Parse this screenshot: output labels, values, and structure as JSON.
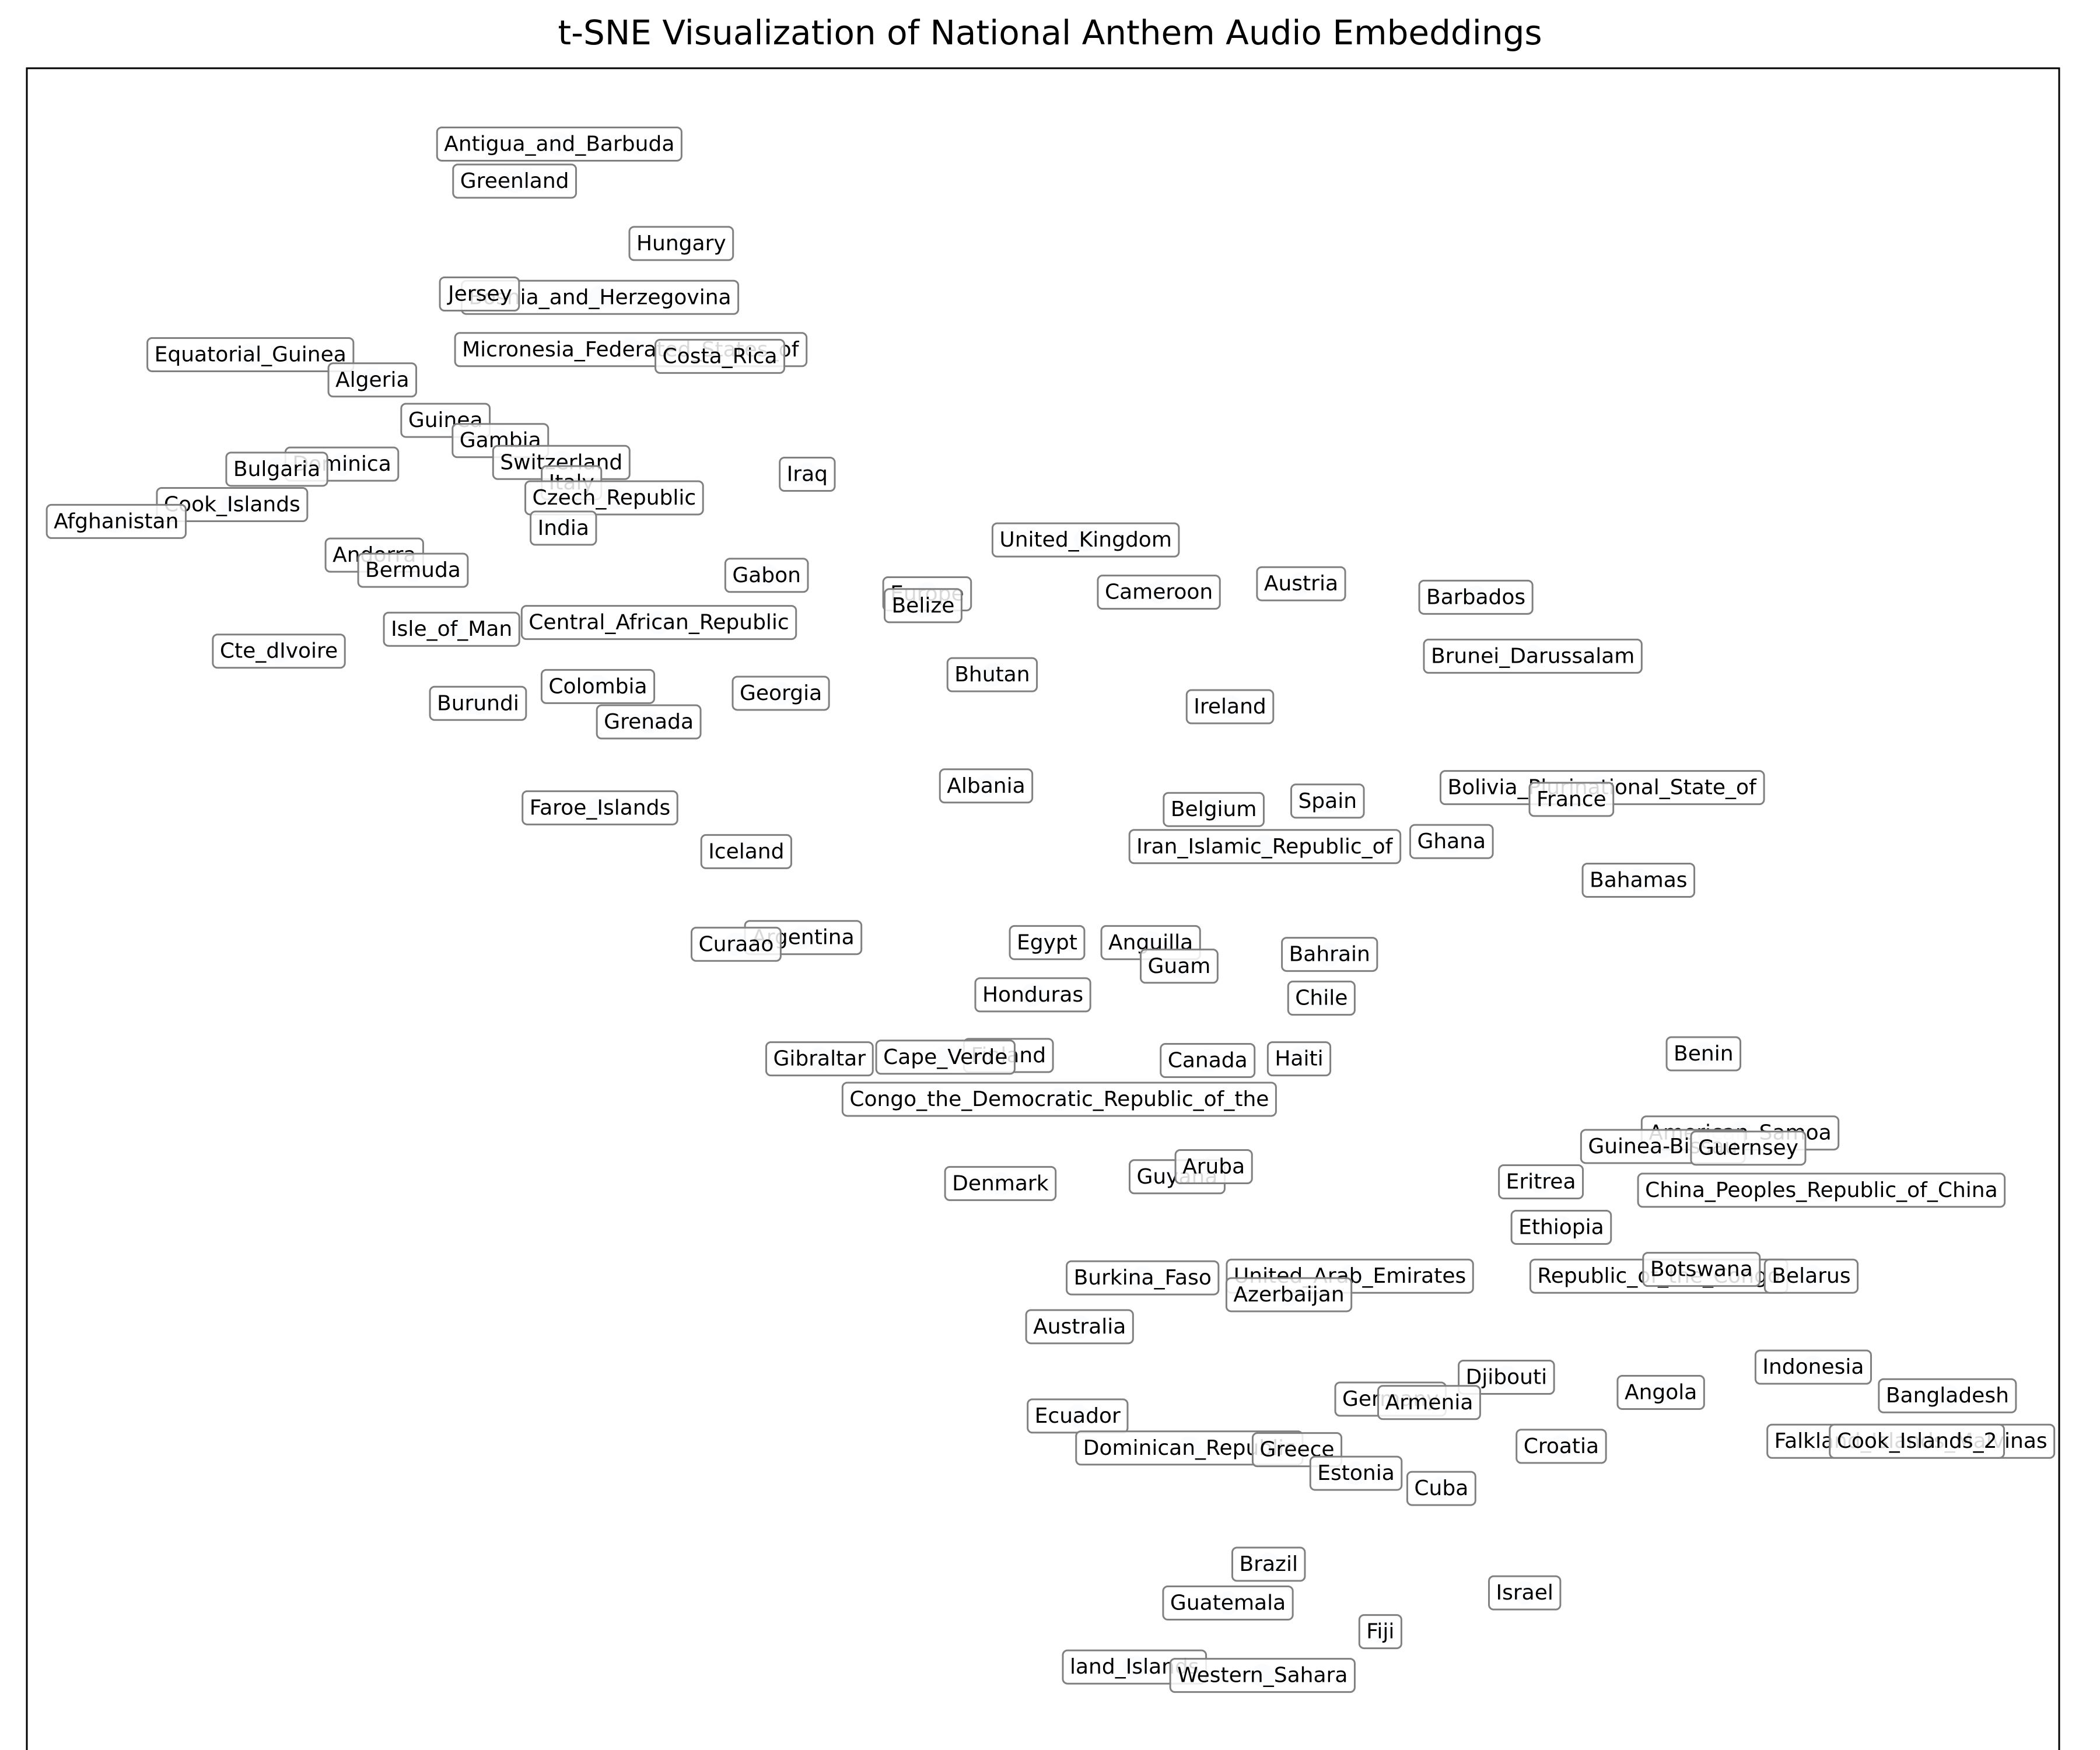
{
  "chart_data": {
    "type": "scatter",
    "title": "t-SNE Visualization of National Anthem Audio Embeddings",
    "xlabel": "",
    "ylabel": "",
    "xlim": [
      0,
      1000
    ],
    "ylim": [
      0,
      1000
    ],
    "grid": false,
    "axes_ticks": false,
    "marker_color": "#dbe8f6",
    "label_box_edge": "#808080",
    "points": [
      {
        "label": "Antigua_and_Barbuda",
        "x": 262,
        "y": 955
      },
      {
        "label": "Greenland",
        "x": 240,
        "y": 933
      },
      {
        "label": "Hungary",
        "x": 322,
        "y": 896
      },
      {
        "label": "Bosnia_and_Herzegovina",
        "x": 282,
        "y": 864
      },
      {
        "label": "Jersey",
        "x": 223,
        "y": 866
      },
      {
        "label": "Micronesia_Federated_States_of",
        "x": 297,
        "y": 833
      },
      {
        "label": "Costa_Rica",
        "x": 341,
        "y": 829
      },
      {
        "label": "Equatorial_Guinea",
        "x": 110,
        "y": 830
      },
      {
        "label": "Algeria",
        "x": 170,
        "y": 815
      },
      {
        "label": "Guinea",
        "x": 206,
        "y": 791
      },
      {
        "label": "Gambia",
        "x": 233,
        "y": 779
      },
      {
        "label": "Dominica",
        "x": 155,
        "y": 765
      },
      {
        "label": "Bulgaria",
        "x": 123,
        "y": 762
      },
      {
        "label": "Switzerland",
        "x": 263,
        "y": 766
      },
      {
        "label": "Italy",
        "x": 268,
        "y": 754
      },
      {
        "label": "Czech_Republic",
        "x": 289,
        "y": 745
      },
      {
        "label": "Iraq",
        "x": 384,
        "y": 759
      },
      {
        "label": "Cook_Islands",
        "x": 101,
        "y": 741
      },
      {
        "label": "Afghanistan",
        "x": 44,
        "y": 731
      },
      {
        "label": "India",
        "x": 264,
        "y": 727
      },
      {
        "label": "Andorra",
        "x": 171,
        "y": 711
      },
      {
        "label": "Bermuda",
        "x": 190,
        "y": 702
      },
      {
        "label": "Gabon",
        "x": 364,
        "y": 699
      },
      {
        "label": "United_Kingdom",
        "x": 521,
        "y": 720
      },
      {
        "label": "Austria",
        "x": 627,
        "y": 694
      },
      {
        "label": "Europe",
        "x": 443,
        "y": 688
      },
      {
        "label": "Belize",
        "x": 441,
        "y": 681
      },
      {
        "label": "Cameroon",
        "x": 557,
        "y": 689
      },
      {
        "label": "Barbados",
        "x": 713,
        "y": 686
      },
      {
        "label": "Isle_of_Man",
        "x": 209,
        "y": 667
      },
      {
        "label": "Central_African_Republic",
        "x": 311,
        "y": 671
      },
      {
        "label": "Cte_dIvoire",
        "x": 124,
        "y": 654
      },
      {
        "label": "Brunei_Darussalam",
        "x": 741,
        "y": 651
      },
      {
        "label": "Bhutan",
        "x": 475,
        "y": 640
      },
      {
        "label": "Colombia",
        "x": 281,
        "y": 633
      },
      {
        "label": "Georgia",
        "x": 371,
        "y": 629
      },
      {
        "label": "Burundi",
        "x": 222,
        "y": 623
      },
      {
        "label": "Ireland",
        "x": 592,
        "y": 621
      },
      {
        "label": "Grenada",
        "x": 306,
        "y": 612
      },
      {
        "label": "Bolivia_Plurinational_State_of",
        "x": 775,
        "y": 573
      },
      {
        "label": "Albania",
        "x": 472,
        "y": 574
      },
      {
        "label": "France",
        "x": 760,
        "y": 566
      },
      {
        "label": "Spain",
        "x": 640,
        "y": 565
      },
      {
        "label": "Belgium",
        "x": 584,
        "y": 560
      },
      {
        "label": "Faroe_Islands",
        "x": 282,
        "y": 561
      },
      {
        "label": "Iran_Islamic_Republic_of",
        "x": 609,
        "y": 538
      },
      {
        "label": "Ghana",
        "x": 701,
        "y": 541
      },
      {
        "label": "Iceland",
        "x": 354,
        "y": 535
      },
      {
        "label": "Bahamas",
        "x": 793,
        "y": 518
      },
      {
        "label": "Argentina",
        "x": 382,
        "y": 484
      },
      {
        "label": "Curaao",
        "x": 349,
        "y": 480
      },
      {
        "label": "Egypt",
        "x": 502,
        "y": 481
      },
      {
        "label": "Anguilla",
        "x": 553,
        "y": 481
      },
      {
        "label": "Guam",
        "x": 567,
        "y": 467
      },
      {
        "label": "Bahrain",
        "x": 641,
        "y": 474
      },
      {
        "label": "Honduras",
        "x": 495,
        "y": 450
      },
      {
        "label": "Chile",
        "x": 637,
        "y": 448
      },
      {
        "label": "Gibraltar",
        "x": 390,
        "y": 412
      },
      {
        "label": "Finland",
        "x": 483,
        "y": 414
      },
      {
        "label": "Cape_Verde",
        "x": 452,
        "y": 413
      },
      {
        "label": "Canada",
        "x": 581,
        "y": 411
      },
      {
        "label": "Haiti",
        "x": 626,
        "y": 412
      },
      {
        "label": "Benin",
        "x": 825,
        "y": 415
      },
      {
        "label": "Congo_the_Democratic_Republic_of_the",
        "x": 508,
        "y": 388
      },
      {
        "label": "American_Samoa",
        "x": 843,
        "y": 368
      },
      {
        "label": "Guinea-Bissau",
        "x": 805,
        "y": 360
      },
      {
        "label": "Guernsey",
        "x": 847,
        "y": 359
      },
      {
        "label": "Eritrea",
        "x": 745,
        "y": 339
      },
      {
        "label": "Denmark",
        "x": 479,
        "y": 338
      },
      {
        "label": "Guyana",
        "x": 566,
        "y": 342
      },
      {
        "label": "Aruba",
        "x": 584,
        "y": 348
      },
      {
        "label": "China_Peoples_Republic_of_China",
        "x": 883,
        "y": 334
      },
      {
        "label": "Ethiopia",
        "x": 755,
        "y": 312
      },
      {
        "label": "Burkina_Faso",
        "x": 549,
        "y": 282
      },
      {
        "label": "United_Arab_Emirates",
        "x": 651,
        "y": 283
      },
      {
        "label": "Republic_of_the_Congo",
        "x": 803,
        "y": 283
      },
      {
        "label": "Botswana",
        "x": 824,
        "y": 287
      },
      {
        "label": "Belarus",
        "x": 878,
        "y": 283
      },
      {
        "label": "Azerbaijan",
        "x": 621,
        "y": 272
      },
      {
        "label": "Australia",
        "x": 518,
        "y": 253
      },
      {
        "label": "Indonesia",
        "x": 879,
        "y": 229
      },
      {
        "label": "Djibouti",
        "x": 728,
        "y": 223
      },
      {
        "label": "Angola",
        "x": 804,
        "y": 214
      },
      {
        "label": "Germany",
        "x": 671,
        "y": 210
      },
      {
        "label": "Armenia",
        "x": 690,
        "y": 208
      },
      {
        "label": "Bangladesh",
        "x": 945,
        "y": 212
      },
      {
        "label": "Ecuador",
        "x": 517,
        "y": 200
      },
      {
        "label": "Falkland_Islands_Malvinas",
        "x": 927,
        "y": 185
      },
      {
        "label": "Cook_Islands_2",
        "x": 930,
        "y": 185
      },
      {
        "label": "Dominican_Republic",
        "x": 572,
        "y": 181
      },
      {
        "label": "Greece",
        "x": 625,
        "y": 180
      },
      {
        "label": "Croatia",
        "x": 755,
        "y": 182
      },
      {
        "label": "Estonia",
        "x": 654,
        "y": 166
      },
      {
        "label": "Cuba",
        "x": 696,
        "y": 157
      },
      {
        "label": "Brazil",
        "x": 611,
        "y": 112
      },
      {
        "label": "Israel",
        "x": 737,
        "y": 95
      },
      {
        "label": "Guatemala",
        "x": 591,
        "y": 89
      },
      {
        "label": "Fiji",
        "x": 666,
        "y": 72
      },
      {
        "label": "land_Islands",
        "x": 545,
        "y": 51
      },
      {
        "label": "Western_Sahara",
        "x": 608,
        "y": 46
      }
    ]
  }
}
